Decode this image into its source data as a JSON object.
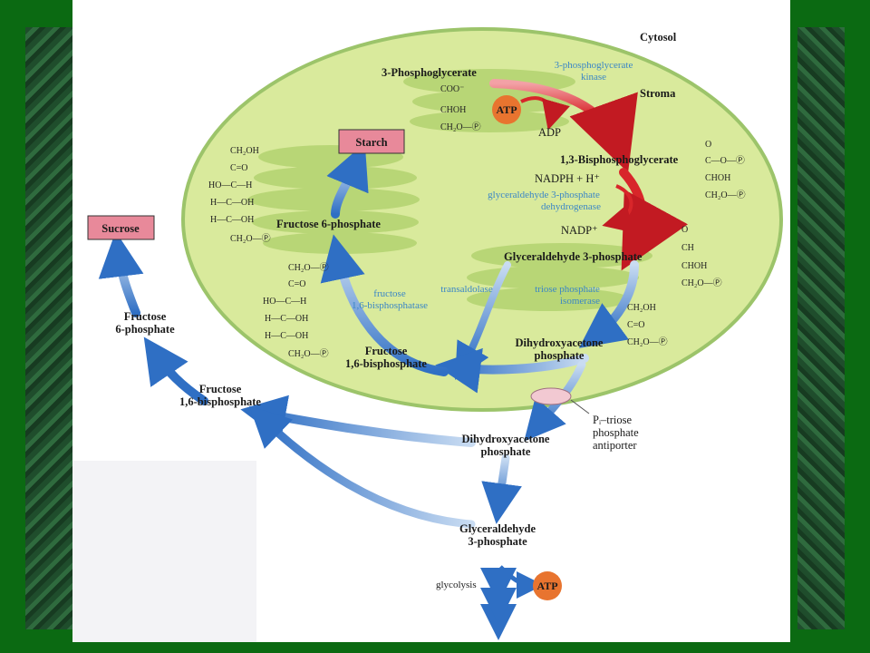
{
  "regions": {
    "cytosol": "Cytosol",
    "stroma": "Stroma"
  },
  "boxes": {
    "starch": "Starch",
    "sucrose": "Sucrose"
  },
  "metabolites": {
    "pga": "3-Phosphoglycerate",
    "bpg": "1,3-Bisphosphoglycerate",
    "g3p_stroma": "Glyceraldehyde 3-phosphate",
    "dhap_stroma_1": "Dihydroxyacetone",
    "dhap_stroma_2": "phosphate",
    "f6p_stroma": "Fructose 6-phosphate",
    "fbp_stroma_1": "Fructose",
    "fbp_stroma_2": "1,6-bisphosphate",
    "dhap_cyt_1": "Dihydroxyacetone",
    "dhap_cyt_2": "phosphate",
    "fbp_cyt_1": "Fructose",
    "fbp_cyt_2": "1,6-bisphosphate",
    "f6p_cyt_1": "Fructose",
    "f6p_cyt_2": "6-phosphate",
    "g3p_cyt_1": "Glyceraldehyde",
    "g3p_cyt_2": "3-phosphate"
  },
  "cofactors": {
    "atp_stroma": "ATP",
    "adp": "ADP",
    "nadph": "NADPH + H⁺",
    "nadp": "NADP⁺",
    "atp_cyt": "ATP",
    "glycolysis": "glycolysis"
  },
  "enzymes": {
    "pgk_1": "3-phosphoglycerate",
    "pgk_2": "kinase",
    "gapdh_1": "glyceraldehyde 3-phosphate",
    "gapdh_2": "dehydrogenase",
    "tpi_1": "triose phosphate",
    "tpi_2": "isomerase",
    "transaldolase": "transaldolase",
    "fbpase_1": "fructose",
    "fbpase_2": "1,6-bisphosphatase"
  },
  "transporter": {
    "line1": "Pᵢ–triose",
    "line2": "phosphate",
    "line3": "antiporter"
  },
  "structures": {
    "pga": [
      "COO⁻",
      "CHOH",
      "CH₂O—Ⓟ"
    ],
    "bpg": [
      "C—O—Ⓟ",
      "CHOH",
      "CH₂O—Ⓟ"
    ],
    "g3p": [
      "CH",
      "CHOH",
      "CH₂O—Ⓟ"
    ],
    "dhap": [
      "CH₂OH",
      "C=O",
      "CH₂O—Ⓟ"
    ],
    "f6p": [
      "CH₂OH",
      "C=O",
      "HO—C—H",
      "H—C—OH",
      "H—C—OH",
      "CH₂O—Ⓟ"
    ],
    "fbp": [
      "CH₂O—Ⓟ",
      "C=O",
      "HO—C—H",
      "H—C—OH",
      "H—C—OH",
      "CH₂O—Ⓟ"
    ],
    "bpg_top": "O",
    "g3p_top": "O"
  },
  "colors": {
    "frame_green": "#0b6a12",
    "chloroplast_fill": "#d9ea9c",
    "chloroplast_edge": "#9cc46a",
    "thylakoid": "#b4d46e",
    "red_arrow": "#d8262a",
    "blue_arrow": "#2f6fc4",
    "enzyme_text": "#3a86c6",
    "box_fill": "#e8899a",
    "atp_fill": "#e8742f"
  }
}
